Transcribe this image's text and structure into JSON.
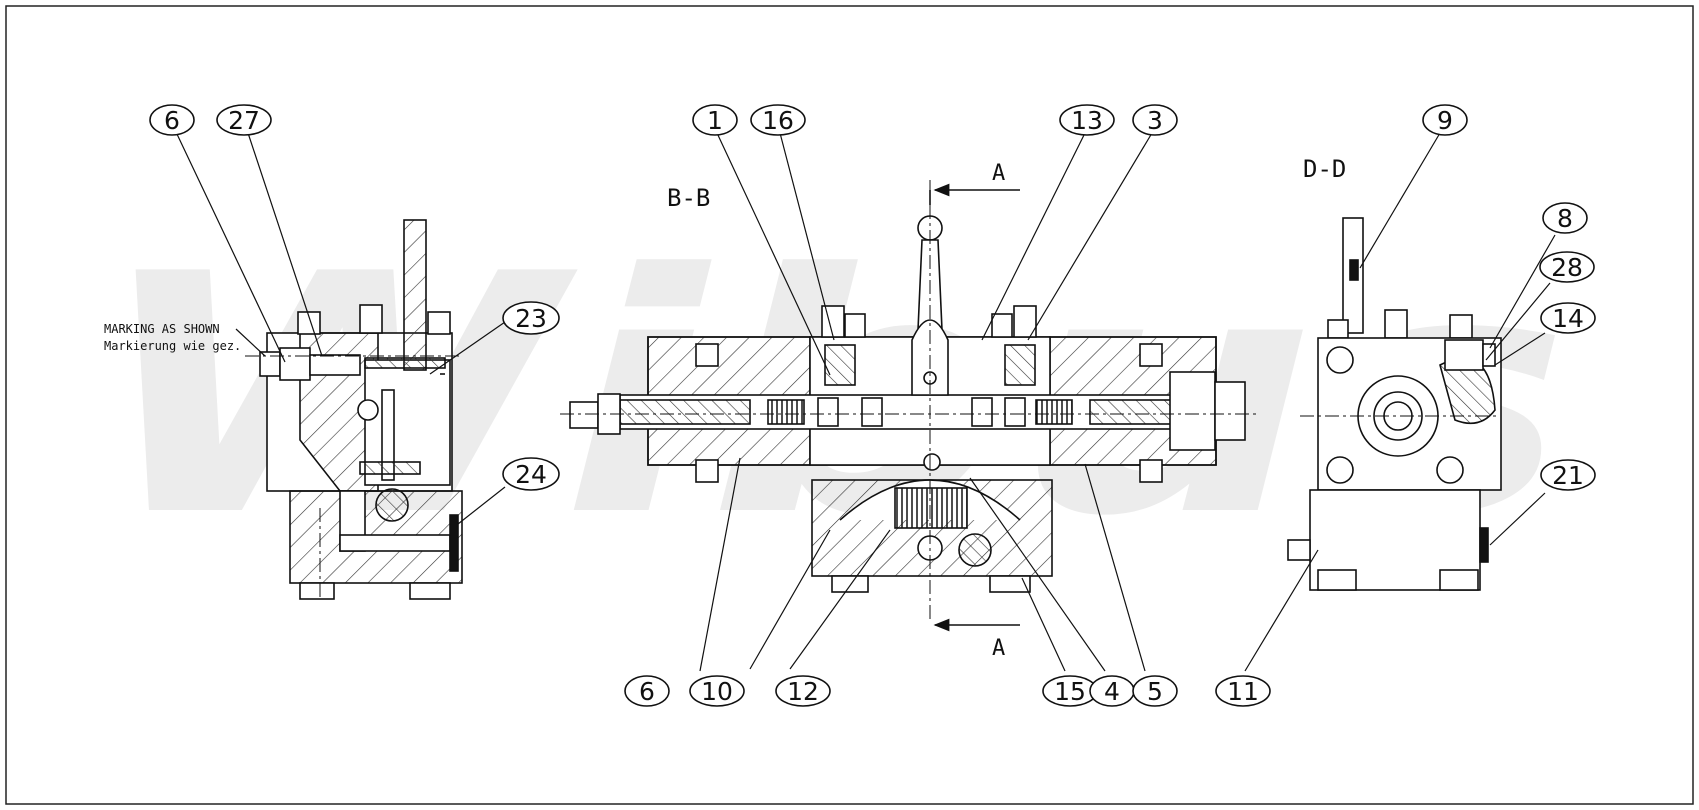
{
  "watermark": "Wibus",
  "section_labels": {
    "b_b": "B-B",
    "d_d": "D-D",
    "a_top": "A",
    "a_bottom": "A"
  },
  "marking_note": {
    "line1": "MARKING AS SHOWN",
    "line2": "Markierung wie gez."
  },
  "balloons": {
    "b6_left": "6",
    "b27": "27",
    "b23": "23",
    "b24": "24",
    "b1": "1",
    "b16": "16",
    "b13": "13",
    "b3": "3",
    "b6_bottom": "6",
    "b10": "10",
    "b12": "12",
    "b15": "15",
    "b4": "4",
    "b5": "5",
    "b9": "9",
    "b8": "8",
    "b28": "28",
    "b14": "14",
    "b21": "21",
    "b11": "11"
  },
  "colors": {
    "line": "#111111",
    "watermark": "#ececec",
    "background": "#ffffff"
  }
}
